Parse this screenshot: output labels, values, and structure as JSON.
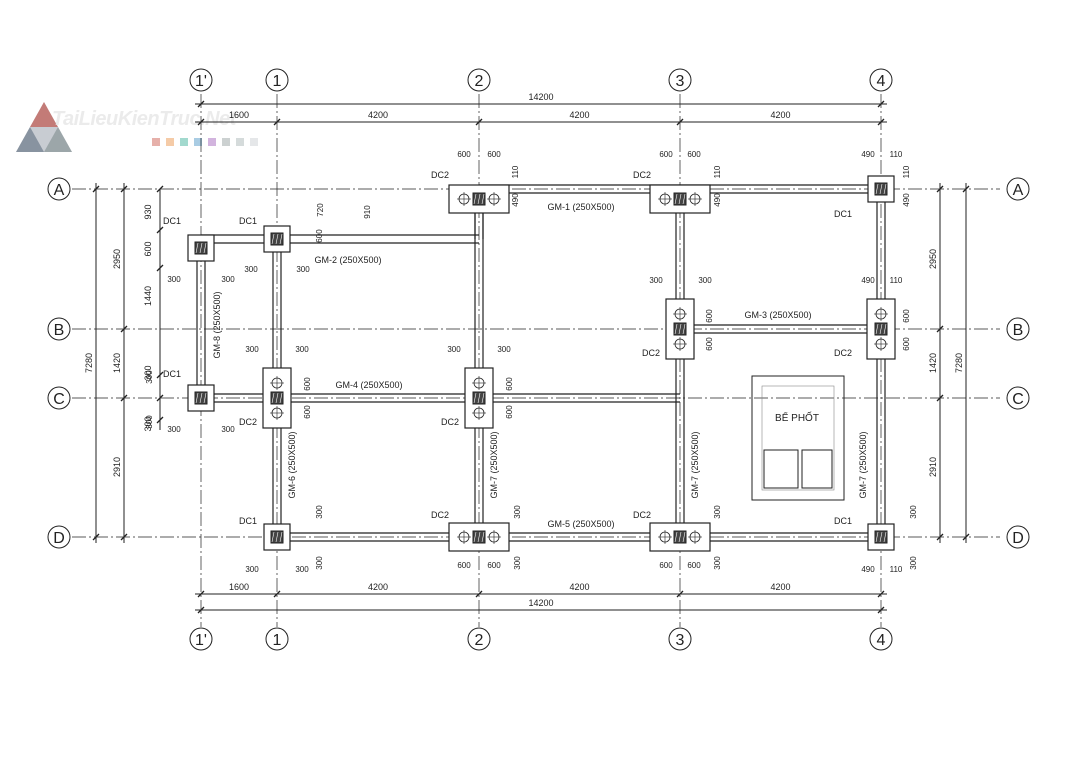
{
  "logo": {
    "text": "TaiLieuKienTruc.Net"
  },
  "grid": {
    "column_labels": [
      "1'",
      "1",
      "2",
      "3",
      "4"
    ],
    "row_labels": [
      "A",
      "B",
      "C",
      "D"
    ]
  },
  "dimensions": {
    "top_total": "14200",
    "top_spans": [
      "1600",
      "4200",
      "4200",
      "4200"
    ],
    "bottom_total": "14200",
    "bottom_spans": [
      "1600",
      "4200",
      "4200",
      "4200"
    ],
    "left_total": "7280",
    "left_spans": [
      "2950",
      "1420",
      "2910"
    ],
    "left_inner": [
      "930",
      "600",
      "1440",
      "300",
      "300"
    ],
    "right_total": "7280",
    "right_spans": [
      "2950",
      "1420",
      "2910"
    ]
  },
  "footings": {
    "dc1": "DC1",
    "dc2": "DC2"
  },
  "beams": {
    "gm1": "GM-1 (250X500)",
    "gm2": "GM-2 (250X500)",
    "gm3": "GM-3 (250X500)",
    "gm4": "GM-4 (250X500)",
    "gm5": "GM-5 (250X500)",
    "gm6": "GM-6 (250X500)",
    "gm7": "GM-7 (250X500)",
    "gm8": "GM-8 (250X500)"
  },
  "local_dims": {
    "d300": "300",
    "d600": "600",
    "d490": "490",
    "d110": "110",
    "d720": "720",
    "d910": "910"
  },
  "septic_tank": {
    "label": "BỂ PHỐT"
  }
}
